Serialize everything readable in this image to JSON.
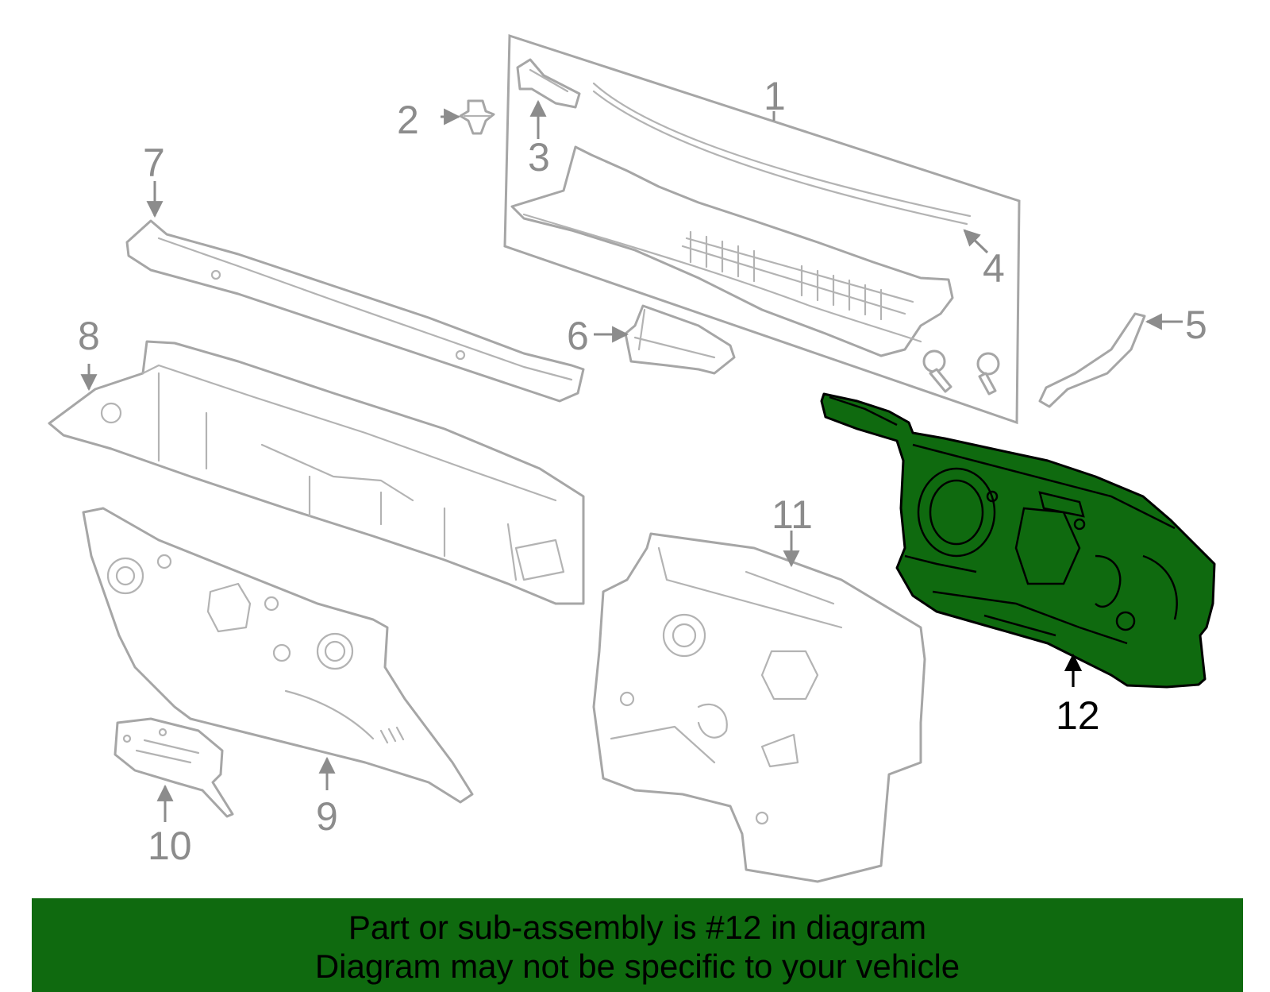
{
  "callouts": {
    "c1": "1",
    "c2": "2",
    "c3": "3",
    "c4": "4",
    "c5": "5",
    "c6": "6",
    "c7": "7",
    "c8": "8",
    "c9": "9",
    "c10": "10",
    "c11": "11",
    "c12": "12"
  },
  "highlight": {
    "part": "12",
    "color": "#0f6a0f"
  },
  "banner": {
    "line1": "Part or sub-assembly is #12 in diagram",
    "line2": "Diagram may not be specific to your vehicle",
    "background": "#0f6a0f"
  }
}
